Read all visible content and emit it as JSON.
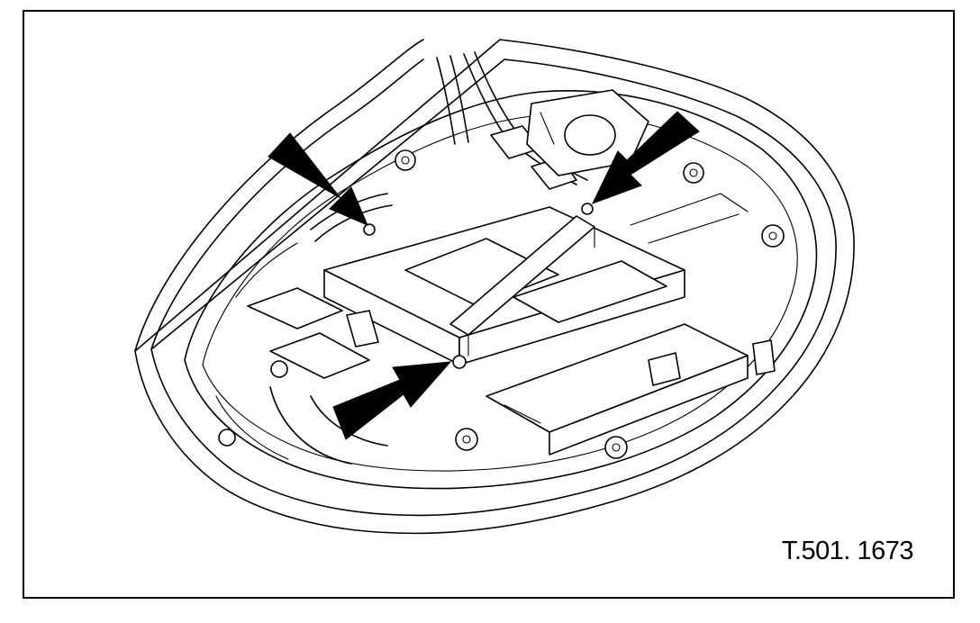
{
  "figure": {
    "reference_code": "T.501. 1673",
    "subject": "door-mirror-housing-interior",
    "arrow_count": 3,
    "ink_color": "#000000",
    "paper_color": "#ffffff"
  }
}
